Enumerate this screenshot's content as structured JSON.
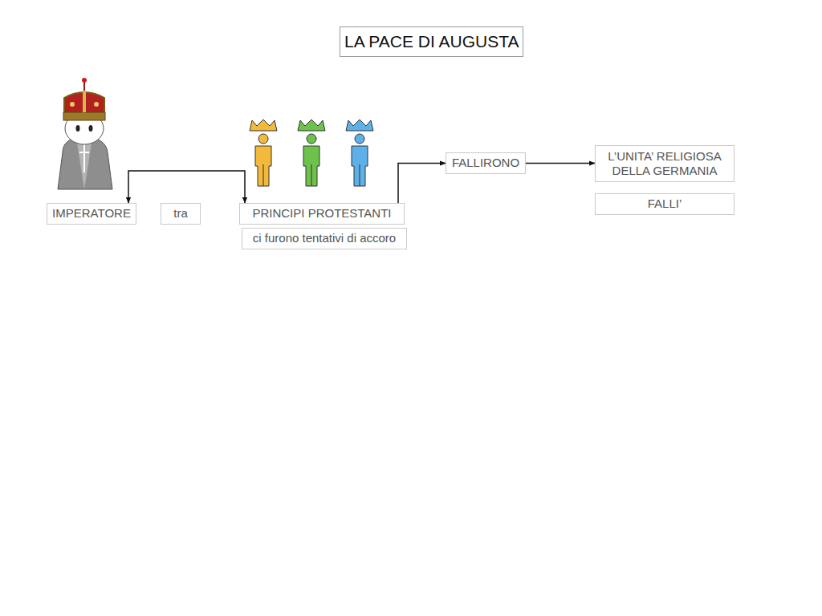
{
  "diagram": {
    "title": "LA PACE DI AUGUSTA",
    "nodes": [
      {
        "text": [
          "IMPERATORE"
        ]
      },
      {
        "text": [
          "tra"
        ]
      },
      {
        "text": [
          "PRINCIPI PROTESTANTI"
        ]
      },
      {
        "text": [
          "ci furono tentativi di accoro"
        ]
      },
      {
        "text": [
          "FALLIRONO"
        ]
      },
      {
        "text": [
          "L’UNITA’ RELIGIOSA DELLA GERMANIA"
        ]
      },
      {
        "text": [
          "FALLI’"
        ]
      }
    ],
    "edges": [
      {
        "from": 0,
        "to": 2,
        "arrow": "both"
      },
      {
        "from": 2,
        "to": 4,
        "arrow": "to"
      },
      {
        "from": 4,
        "to": 5,
        "arrow": "to"
      }
    ]
  }
}
